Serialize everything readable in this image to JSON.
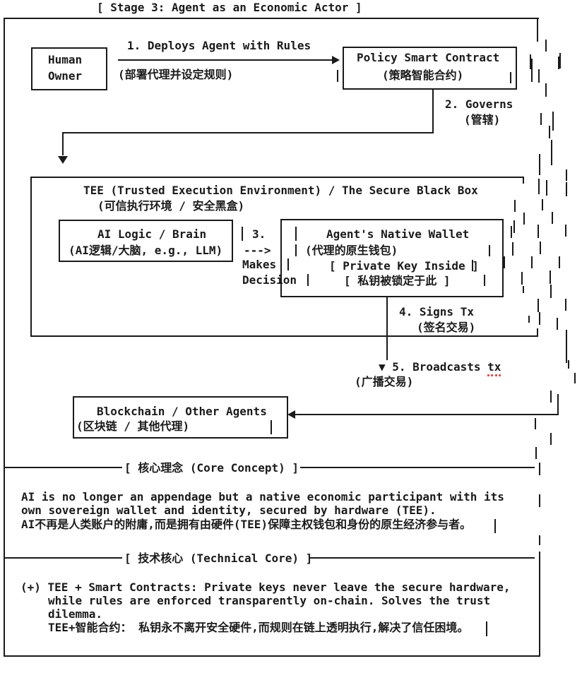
{
  "title": "[ Stage 3: Agent as an Economic Actor ]",
  "colors": {
    "ink": "#1a1a1a",
    "background": "#ffffff",
    "spellcheck_red": "#e05252"
  },
  "nodes": {
    "human": {
      "line1": "Human",
      "line2": "Owner"
    },
    "policy": {
      "line1": "Policy Smart Contract",
      "line2": "(策略智能合约)"
    },
    "tee": {
      "title": "TEE (Trusted Execution Environment) / The Secure Black Box",
      "subtitle": "(可信执行环境 / 安全黑盒)"
    },
    "ai": {
      "line1": "AI Logic / Brain",
      "line2": "(AI逻辑/大脑, e.g., LLM)"
    },
    "wallet": {
      "line1": "Agent's Native Wallet",
      "line2": "(代理的原生钱包)",
      "line3": "[ Private Key Inside ]",
      "line4": "[ 私钥被锁定于此 ]"
    },
    "blockchain": {
      "line1": "Blockchain / Other Agents",
      "line2": "(区块链 / 其他代理)"
    }
  },
  "edges": {
    "deploys": {
      "label_en": "1. Deploys Agent with Rules",
      "label_cn": "(部署代理并设定规则)"
    },
    "governs": {
      "label_en": "2. Governs",
      "label_cn": "(管辖)"
    },
    "decision": {
      "num": "3.",
      "arrow": "--->",
      "word1": "Makes",
      "word2": "Decision"
    },
    "signs": {
      "label_en": "4. Signs Tx",
      "label_cn": "(签名交易)"
    },
    "broadcasts": {
      "marker": "▼ ",
      "label_en": "5. Broadcasts ",
      "tx_word": "tx",
      "label_cn": "(广播交易)"
    }
  },
  "sections": {
    "core": {
      "heading": "[ 核心理念 (Core Concept) ]",
      "lines": [
        "AI is no longer an appendage but a native economic participant with its",
        "own sovereign wallet and identity, secured by hardware (TEE).",
        "AI不再是人类账户的附庸,而是拥有由硬件(TEE)保障主权钱包和身份的原生经济参与者。"
      ]
    },
    "tech": {
      "heading": "[ 技术核心 (Technical Core) ]",
      "lines": [
        "(+) TEE + Smart Contracts: Private keys never leave the secure hardware,",
        "while rules are enforced transparently on-chain. Solves the trust",
        "dilemma.",
        "TEE+智能合约： 私钥永不离开安全硬件,而规则在链上透明执行,解决了信任困境。"
      ]
    }
  },
  "decor_bars": [
    [
      760,
      25,
      34
    ],
    [
      772,
      56,
      17
    ],
    [
      792,
      75,
      22
    ],
    [
      750,
      77,
      21
    ],
    [
      752,
      83,
      33
    ],
    [
      790,
      80,
      18
    ],
    [
      762,
      98,
      19
    ],
    [
      477,
      99,
      17
    ],
    [
      722,
      102,
      16
    ],
    [
      772,
      118,
      19
    ],
    [
      765,
      160,
      17
    ],
    [
      782,
      158,
      27
    ],
    [
      777,
      178,
      18
    ],
    [
      780,
      198,
      36
    ],
    [
      763,
      218,
      30
    ],
    [
      801,
      240,
      16
    ],
    [
      740,
      250,
      10
    ],
    [
      762,
      253,
      22
    ],
    [
      773,
      255,
      22
    ],
    [
      801,
      258,
      20
    ],
    [
      728,
      283,
      17
    ],
    [
      767,
      282,
      16
    ],
    [
      741,
      301,
      17
    ],
    [
      781,
      300,
      17
    ],
    [
      723,
      320,
      17
    ],
    [
      761,
      318,
      19
    ],
    [
      800,
      318,
      17
    ],
    [
      727,
      312,
      18
    ],
    [
      342,
      321,
      20
    ],
    [
      418,
      321,
      20
    ],
    [
      418,
      346,
      17
    ],
    [
      692,
      347,
      16
    ],
    [
      668,
      368,
      16
    ],
    [
      685,
      389,
      16
    ],
    [
      407,
      366,
      17
    ],
    [
      435,
      388,
      17
    ],
    [
      725,
      343,
      19
    ],
    [
      764,
      342,
      18
    ],
    [
      713,
      363,
      17
    ],
    [
      752,
      363,
      17
    ],
    [
      791,
      363,
      17
    ],
    [
      738,
      385,
      18
    ],
    [
      778,
      383,
      19
    ],
    [
      740,
      405,
      10
    ],
    [
      779,
      403,
      19
    ],
    [
      761,
      423,
      19
    ],
    [
      800,
      423,
      17
    ],
    [
      748,
      447,
      10
    ],
    [
      763,
      442,
      18
    ],
    [
      788,
      450,
      17
    ],
    [
      760,
      465,
      12
    ],
    [
      801,
      467,
      47
    ],
    [
      804,
      510,
      12
    ],
    [
      813,
      528,
      15
    ],
    [
      779,
      553,
      17
    ],
    [
      383,
      595,
      20
    ],
    [
      757,
      592,
      16
    ],
    [
      779,
      613,
      17
    ],
    [
      758,
      633,
      17
    ],
    [
      763,
      655,
      18
    ],
    [
      763,
      700,
      18
    ],
    [
      700,
      735,
      20
    ],
    [
      763,
      758,
      14
    ],
    [
      763,
      781,
      17
    ],
    [
      688,
      880,
      21
    ],
    [
      763,
      795,
      135
    ]
  ]
}
